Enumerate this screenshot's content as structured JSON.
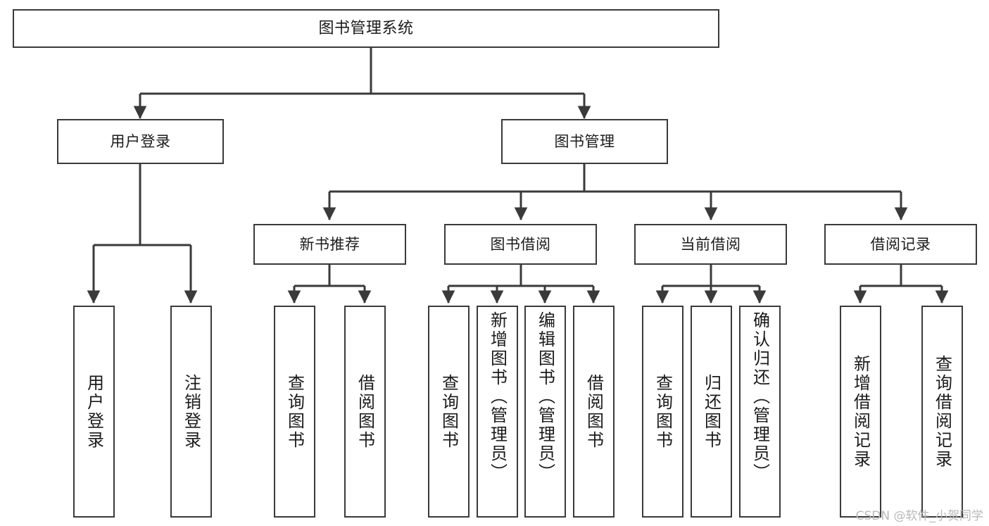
{
  "diagram": {
    "title": "图书管理系统",
    "type": "tree-hierarchy-chart",
    "stroke_color": "#3a3a3a",
    "fill_color": "#ffffff",
    "background_color": "#ffffff"
  },
  "watermark": {
    "text": "CSDN @软件_小贺同学"
  },
  "nodes": {
    "root": {
      "label": "图书管理系统"
    },
    "level1": [
      {
        "id": "user-login",
        "label": "用户登录"
      },
      {
        "id": "book-management",
        "label": "图书管理"
      }
    ],
    "level2": [
      {
        "id": "new-book-recommend",
        "label": "新书推荐"
      },
      {
        "id": "book-borrow",
        "label": "图书借阅"
      },
      {
        "id": "current-borrow",
        "label": "当前借阅"
      },
      {
        "id": "borrow-record",
        "label": "借阅记录"
      }
    ],
    "leaves": {
      "user_login": [
        {
          "id": "leaf-user-login",
          "label": "用户登录"
        },
        {
          "id": "leaf-logout",
          "label": "注销登录"
        }
      ],
      "new_book_recommend": [
        {
          "id": "leaf-query-book-1",
          "label": "查询图书"
        },
        {
          "id": "leaf-borrow-book-1",
          "label": "借阅图书"
        }
      ],
      "book_borrow": [
        {
          "id": "leaf-query-book-2",
          "label": "查询图书"
        },
        {
          "id": "leaf-add-book",
          "label": "新增图书（管理员）"
        },
        {
          "id": "leaf-edit-book",
          "label": "编辑图书（管理员）"
        },
        {
          "id": "leaf-borrow-book-2",
          "label": "借阅图书"
        }
      ],
      "current_borrow": [
        {
          "id": "leaf-query-book-3",
          "label": "查询图书"
        },
        {
          "id": "leaf-return-book",
          "label": "归还图书"
        },
        {
          "id": "leaf-confirm-return",
          "label": "确认归还（管理员）"
        }
      ],
      "borrow_record": [
        {
          "id": "leaf-add-record",
          "label": "新增借阅记录"
        },
        {
          "id": "leaf-query-record",
          "label": "查询借阅记录"
        }
      ]
    }
  }
}
